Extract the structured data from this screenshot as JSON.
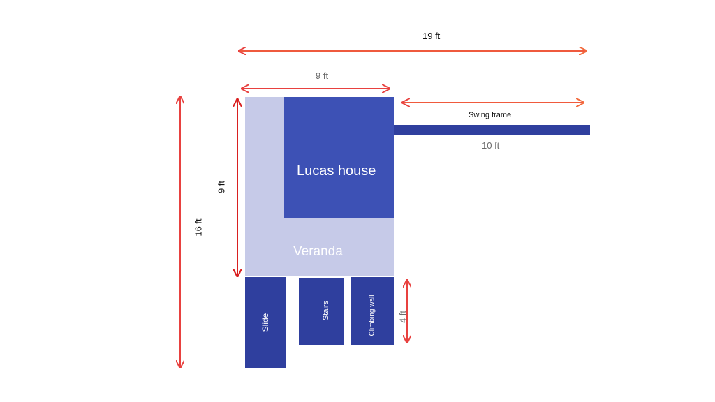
{
  "colors": {
    "dark_blue": "#2f3f9e",
    "mid_blue": "#3d51b5",
    "light_blue": "#c6cae8",
    "arrow_red": "#e8413f",
    "arrow_orange": "#f26a3d",
    "dim_text_dark": "#111111",
    "dim_text_gray": "#6b6b6b"
  },
  "labels": {
    "house": "Lucas house",
    "veranda": "Veranda",
    "slide": "Slide",
    "stairs": "Stairs",
    "climbing_wall": "Climbing wall",
    "swing_frame": "Swing frame"
  },
  "dimensions": {
    "overall_width": "19 ft",
    "house_width": "9 ft",
    "swing_span": "Swing frame",
    "swing_length": "10 ft",
    "house_height": "9 ft",
    "overall_height": "16 ft",
    "climb_height": "4 ft"
  }
}
